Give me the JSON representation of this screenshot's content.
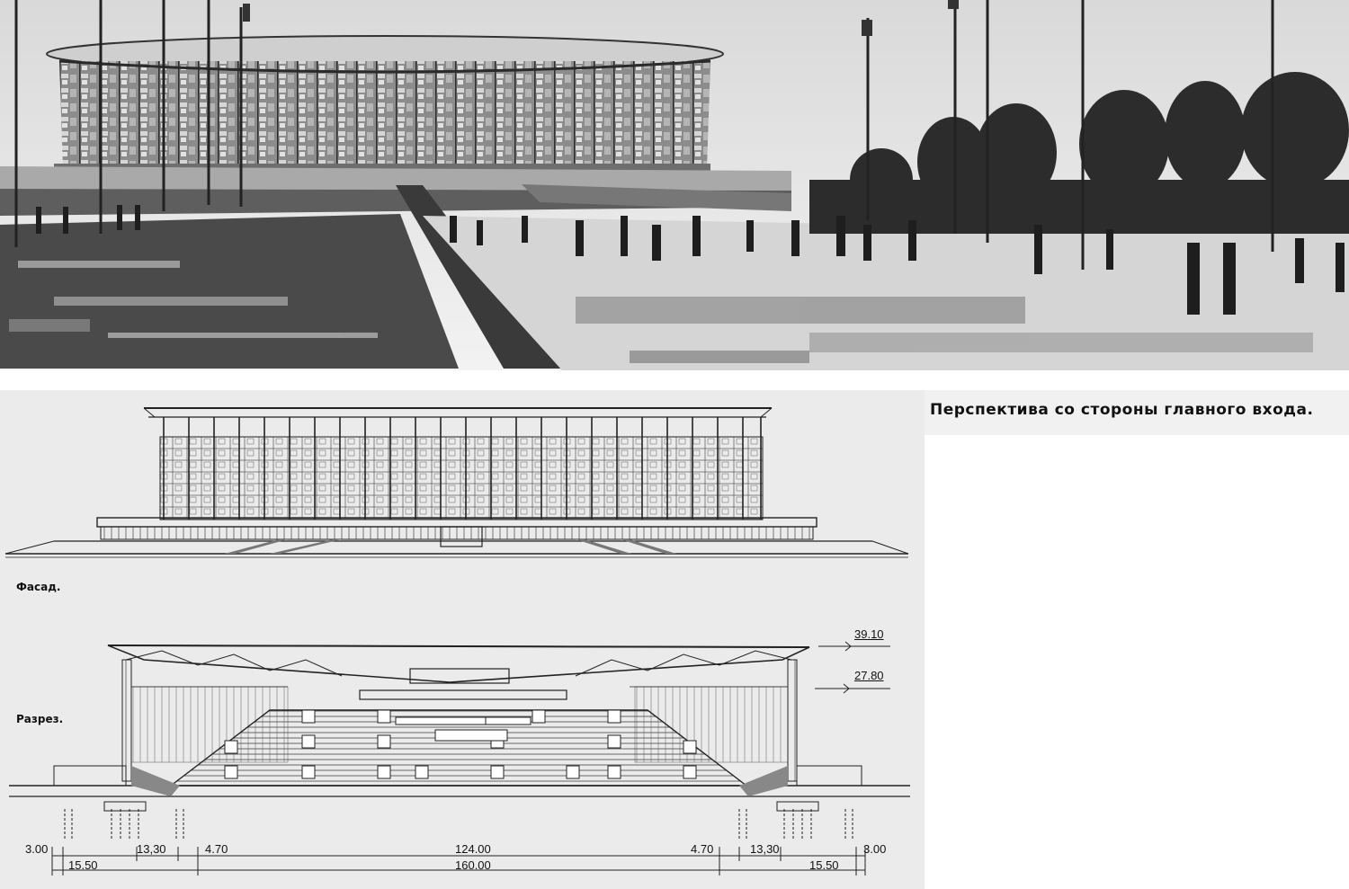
{
  "caption": "Перспектива со стороны главного входа.",
  "labels": {
    "facade": "Фасад.",
    "section": "Разрез."
  },
  "elevations": [
    "39.10",
    "27.80"
  ],
  "dimensions": {
    "row1": [
      "3.00",
      "13,30",
      "4.70",
      "124.00",
      "4.70",
      "13,30",
      "3.00"
    ],
    "row2": [
      "15.50",
      "15.50"
    ],
    "total": "160.00"
  }
}
